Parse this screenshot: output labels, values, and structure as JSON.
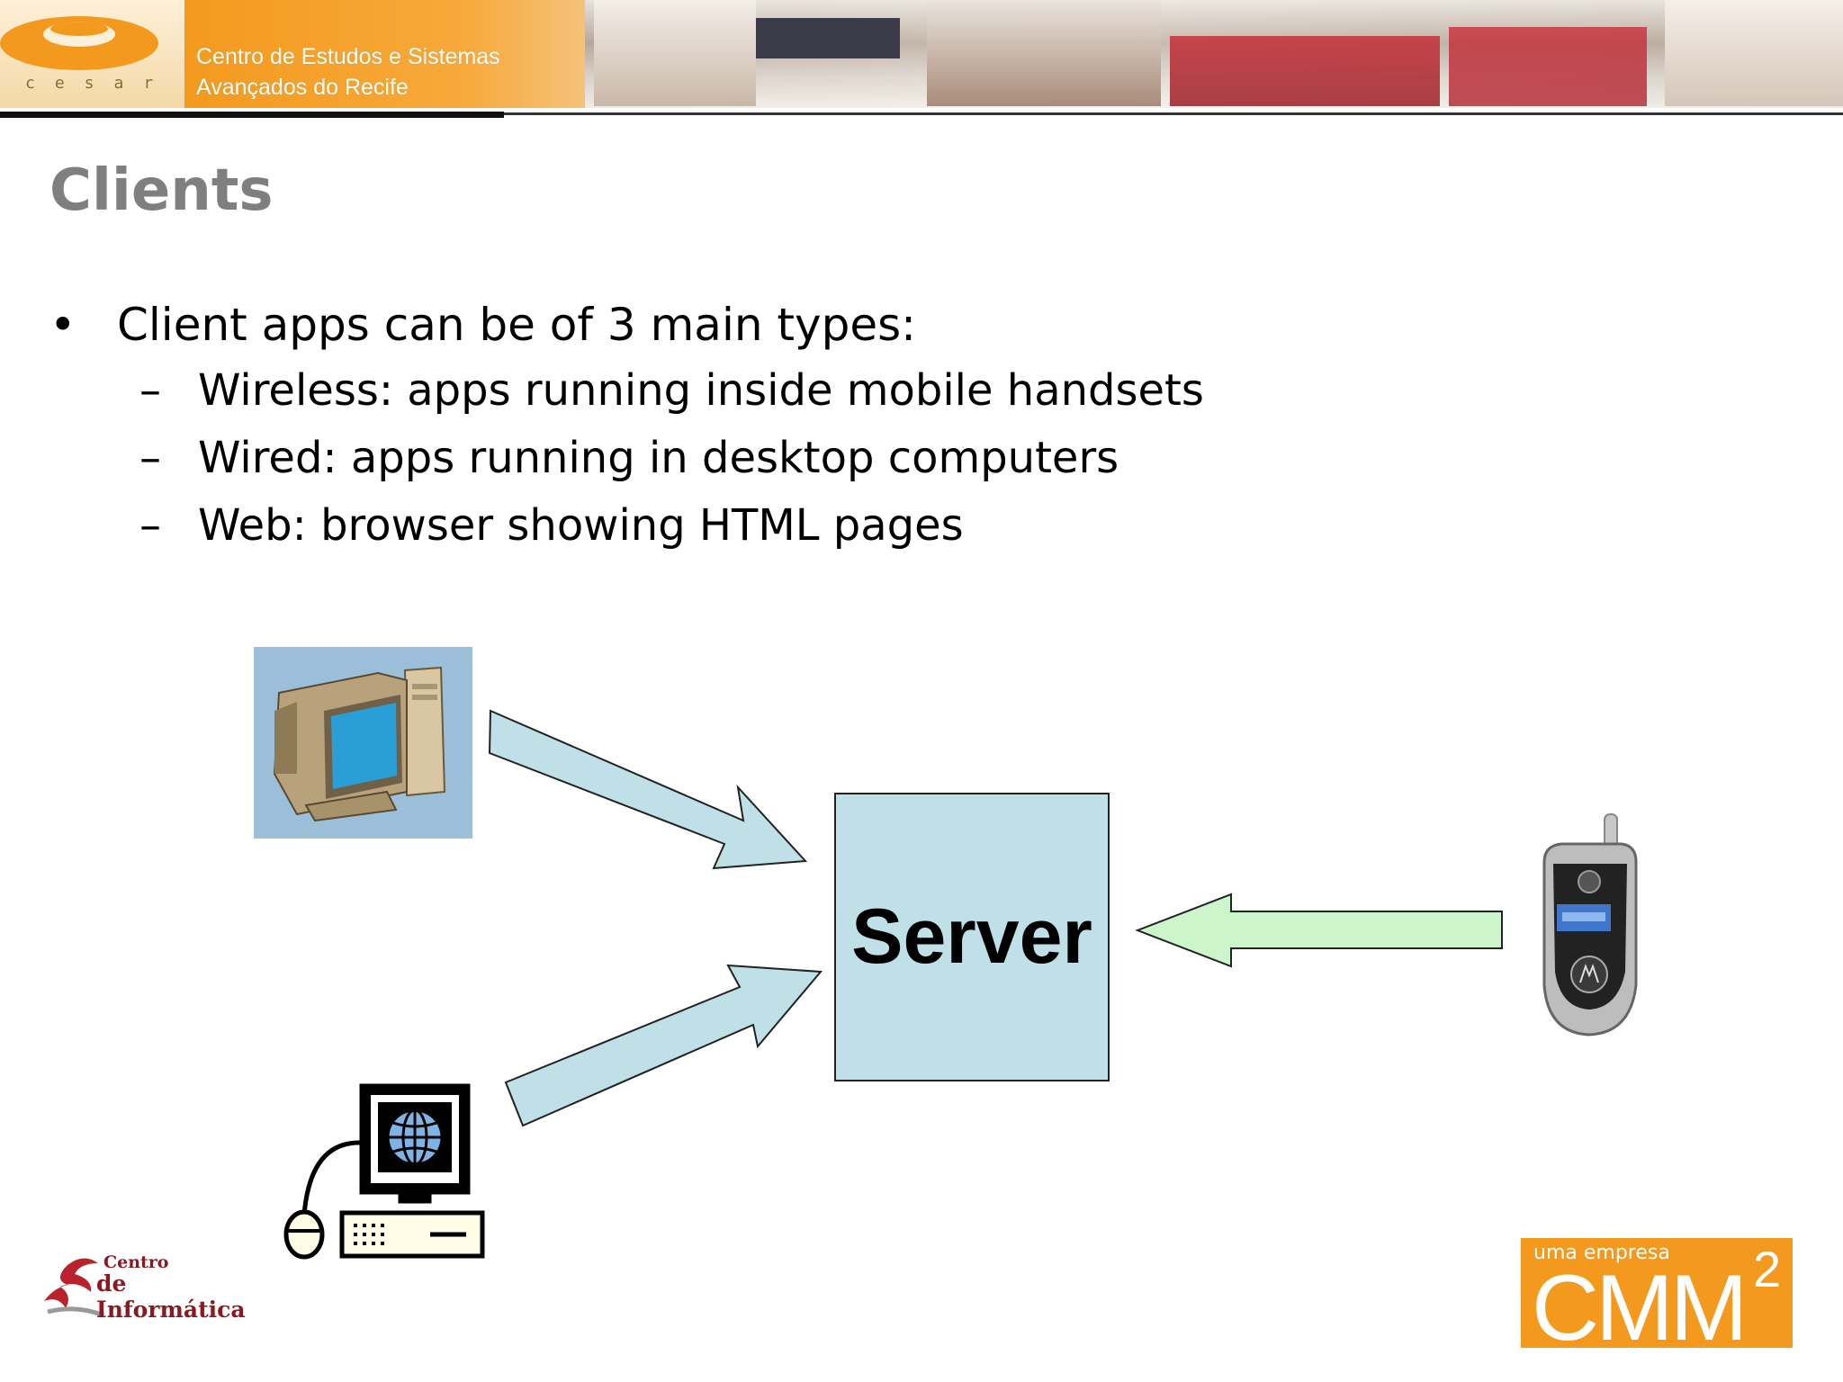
{
  "header": {
    "logo_letters": "cesar",
    "org_name_line1": "Centro de Estudos e Sistemas",
    "org_name_line2": "Avançados do Recife"
  },
  "slide": {
    "title": "Clients",
    "bullets": [
      {
        "marker": "•",
        "text": "Client apps can be of 3 main types:",
        "sub": [
          {
            "marker": "–",
            "text": "Wireless: apps running inside mobile handsets"
          },
          {
            "marker": "–",
            "text": "Wired: apps running in desktop computers"
          },
          {
            "marker": "–",
            "text": "Web: browser showing HTML pages"
          }
        ]
      }
    ]
  },
  "diagram": {
    "server_label": "Server",
    "nodes": [
      "desktop-computer-icon",
      "web-terminal-icon",
      "mobile-phone-icon"
    ],
    "colors": {
      "server_fill": "#bee0e6",
      "wired_arrow_fill": "#bee0e6",
      "wireless_arrow_fill": "#ccf5cc"
    }
  },
  "footer": {
    "ci_logo_top": "Centro",
    "ci_logo_bottom": "de Informática",
    "cmm_tagline": "uma empresa",
    "cmm_word": "CMM",
    "cmm_superscript": "2",
    "cmm_color": "#f39a1e"
  }
}
